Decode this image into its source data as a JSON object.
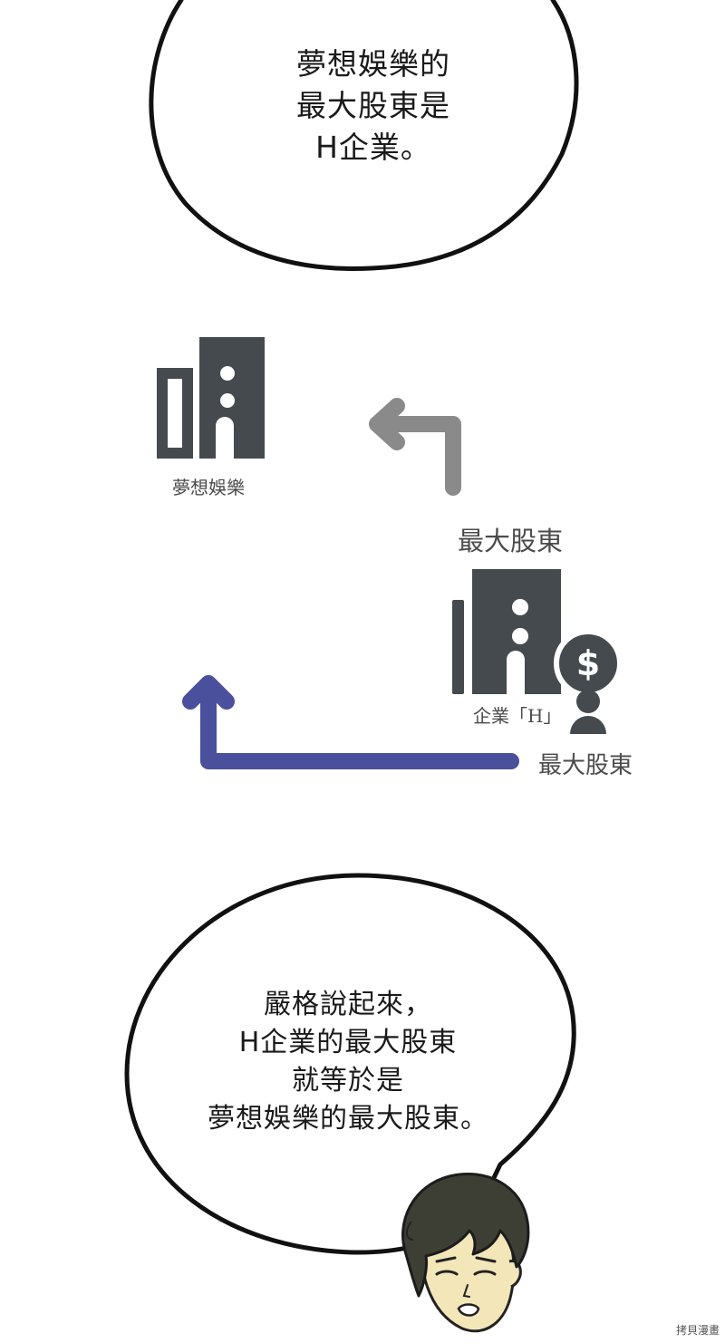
{
  "bubble_top": {
    "lines": [
      "夢想娛樂的",
      "最大股東是",
      "H企業。"
    ]
  },
  "diagram": {
    "company_a_label": "夢想娛樂",
    "upper_arrow_label": "最大股東",
    "company_h_label": "企業「H」",
    "lower_arrow_label": "最大股東",
    "colors": {
      "icon": "#444a4e",
      "upper_arrow": "#8a8a8a",
      "lower_arrow": "#4a509c"
    }
  },
  "bubble_bottom": {
    "lines": [
      "嚴格說起來，",
      "H企業的最大股東",
      "就等於是",
      "夢想娛樂的最大股東。"
    ]
  },
  "watermark": "拷貝漫畫"
}
